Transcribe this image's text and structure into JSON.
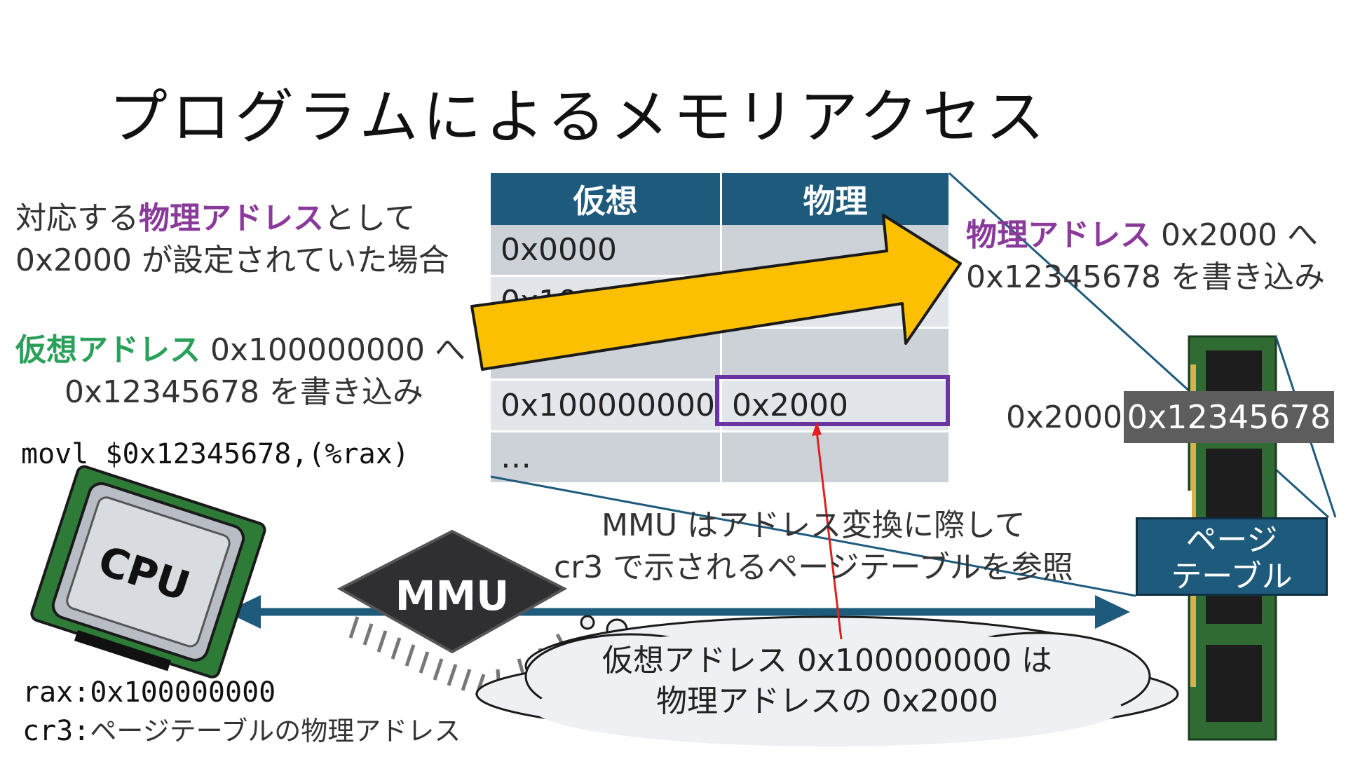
{
  "title": "プログラムによるメモリアクセス",
  "left_note": {
    "line1_pre": "対応する",
    "line1_em": "物理アドレス",
    "line1_post": "として",
    "line2": "0x2000 が設定されていた場合"
  },
  "virtual_write": {
    "em": "仮想アドレス",
    "line1_post": " 0x100000000 へ",
    "line2": "0x12345678 を書き込み"
  },
  "instruction": "movl $0x12345678,(%rax)",
  "registers": {
    "rax": "rax:0x100000000",
    "cr3_prefix": "cr3:",
    "cr3_text": "ページテーブルの物理アドレス"
  },
  "page_table": {
    "headers": [
      "仮想",
      "物理"
    ],
    "rows": [
      {
        "virtual": "0x0000",
        "physical": ""
      },
      {
        "virtual": "0x1000",
        "physical": ""
      },
      {
        "virtual": "",
        "physical": ""
      },
      {
        "virtual": "0x100000000",
        "physical": "0x2000"
      },
      {
        "virtual": "…",
        "physical": ""
      }
    ]
  },
  "physical_write": {
    "em": "物理アドレス",
    "line1_post": " 0x2000 へ",
    "line2": "0x12345678 を書き込み"
  },
  "memory": {
    "address": "0x2000",
    "value": "0x12345678"
  },
  "page_table_label": {
    "line1": "ページ",
    "line2": "テーブル"
  },
  "mmu_note": {
    "line1": "MMU はアドレス変換に際して",
    "line2": "cr3 で示されるページテーブルを参照"
  },
  "mmu_label": "MMU",
  "cpu_label": "CPU",
  "thought": {
    "line1": "仮想アドレス 0x100000000 は",
    "line2": "物理アドレスの 0x2000"
  },
  "colors": {
    "table_header": "#1e5a7c",
    "highlight": "#6a35a0",
    "arrow": "#fcc000",
    "bus": "#1e5a7c",
    "pointer": "#e02020",
    "purple_text": "#8a3a9a",
    "green_text": "#2aa05a"
  }
}
